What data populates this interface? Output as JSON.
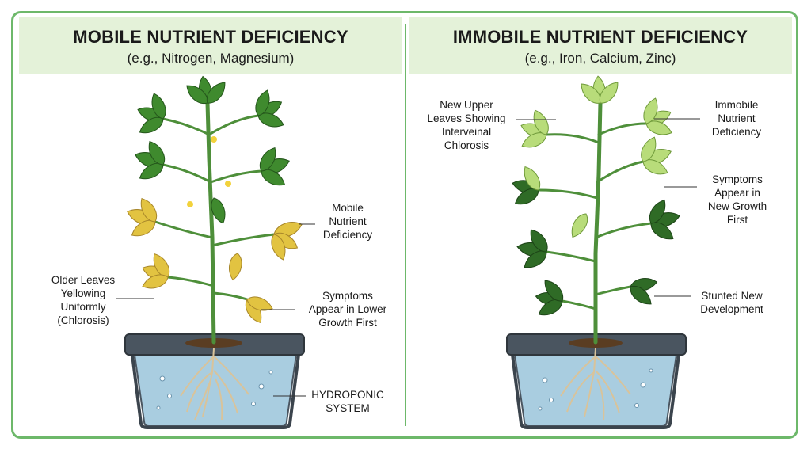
{
  "left_panel": {
    "title": "MOBILE NUTRIENT DEFICIENCY",
    "subtitle": "(e.g., Nitrogen, Magnesium)",
    "labels": {
      "older_leaves": [
        "Older Leaves",
        "Yellowing",
        "Uniformly",
        "(Chlorosis)"
      ],
      "mobile_deficiency": [
        "Mobile",
        "Nutrient",
        "Deficiency"
      ],
      "symptoms_lower": [
        "Symptoms",
        "Appear in Lower",
        "Growth First"
      ],
      "hydroponic": [
        "HYDROPONIC",
        "SYSTEM"
      ]
    }
  },
  "right_panel": {
    "title": "IMMOBILE NUTRIENT DEFICIENCY",
    "subtitle": "(e.g., Iron, Calcium, Zinc)",
    "labels": {
      "new_upper": [
        "New Upper",
        "Leaves Showing",
        "Interveinal",
        "Chlorosis"
      ],
      "immobile_deficiency": [
        "Immobile",
        "Nutrient",
        "Deficiency"
      ],
      "symptoms_new": [
        "Symptoms",
        "Appear in",
        "New Growth",
        "First"
      ],
      "stunted": [
        "Stunted New",
        "Development"
      ]
    }
  },
  "colors": {
    "frame": "#6db86a",
    "header_bg": "#e4f2d9",
    "healthy_leaf": "#3f8a2e",
    "dark_leaf": "#2f6b26",
    "yellow_leaf": "#e2c341",
    "chlorotic_leaf": "#b8dc7a",
    "pot": "#4a5560",
    "water": "#a9cde0",
    "root": "#d9c39a"
  }
}
